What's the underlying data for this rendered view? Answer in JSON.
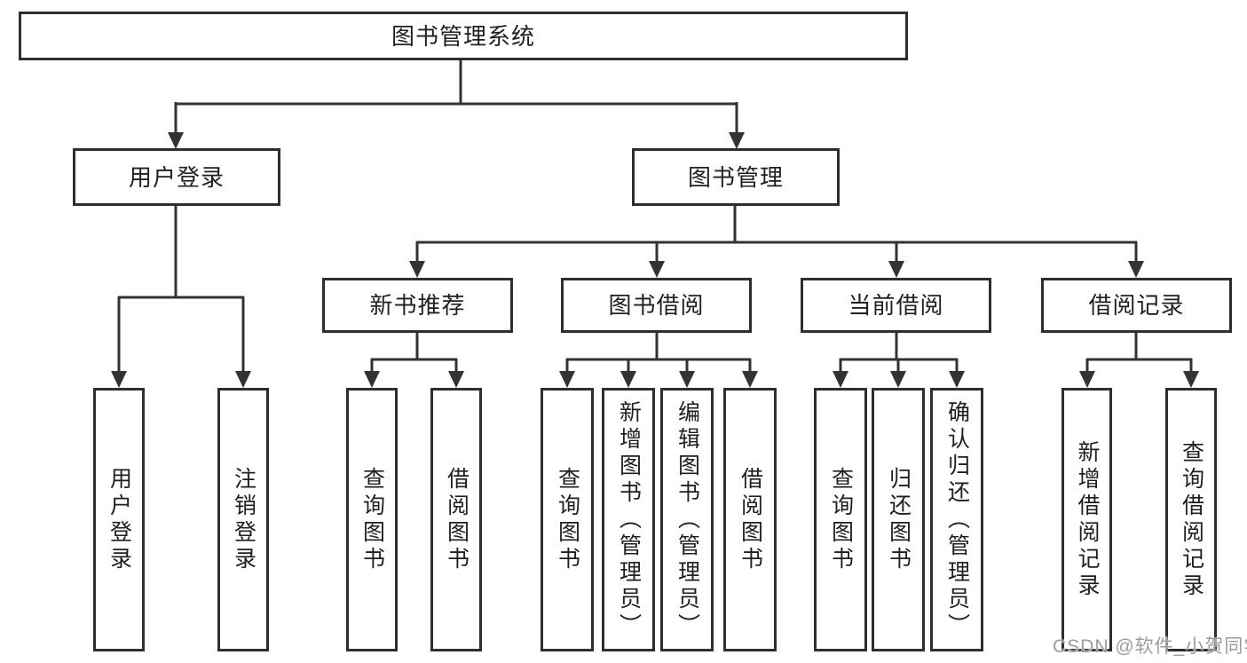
{
  "diagram": {
    "title": "图书管理系统",
    "root": {
      "label": "图书管理系统"
    },
    "branches": [
      {
        "label": "用户登录",
        "children": [
          {
            "label": "用户登录"
          },
          {
            "label": "注销登录"
          }
        ]
      },
      {
        "label": "图书管理",
        "children": [
          {
            "label": "新书推荐",
            "children": [
              {
                "label": "查询图书"
              },
              {
                "label": "借阅图书"
              }
            ]
          },
          {
            "label": "图书借阅",
            "children": [
              {
                "label": "查询图书"
              },
              {
                "label": "新增图书（管理员）"
              },
              {
                "label": "编辑图书（管理员）"
              },
              {
                "label": "借阅图书"
              }
            ]
          },
          {
            "label": "当前借阅",
            "children": [
              {
                "label": "查询图书"
              },
              {
                "label": "归还图书"
              },
              {
                "label": "确认归还（管理员）"
              }
            ]
          },
          {
            "label": "借阅记录",
            "children": [
              {
                "label": "新增借阅记录"
              },
              {
                "label": "查询借阅记录"
              }
            ]
          }
        ]
      }
    ]
  },
  "watermark": {
    "text": "CSDN @软件_小贺同学"
  },
  "colors": {
    "line": "#333333",
    "box_border": "#2e2e2e",
    "text": "#1f1f1f",
    "background": "#ffffff",
    "watermark": "#9c9c9c"
  }
}
